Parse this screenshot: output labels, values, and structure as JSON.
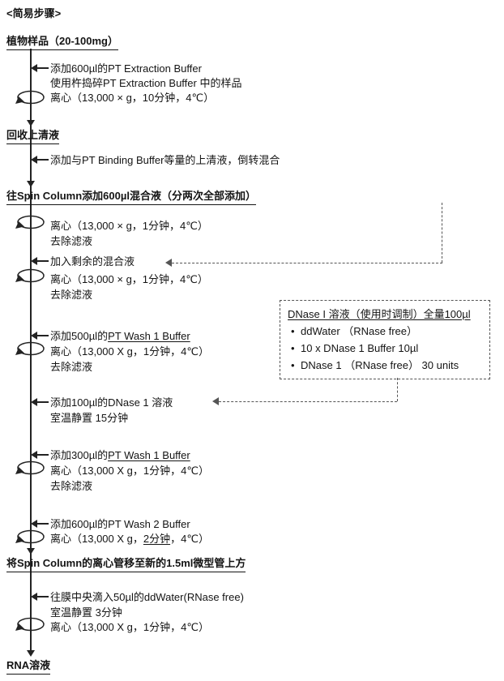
{
  "colors": {
    "text": "#141414",
    "line": "#232323",
    "dashed": "#555555",
    "background": "#ffffff"
  },
  "title": "<简易步骤>",
  "nodes": {
    "sample": "植物样品（20-100mg）",
    "supernatant": "回收上清液",
    "spin_column": "往Spin Column添加600µl混合液（分两次全部添加）",
    "transfer": "将Spin Column的离心管移至新的1.5ml微型管上方",
    "rna": "RNA溶液"
  },
  "steps": {
    "add_extraction_buffer": "添加600µl的PT Extraction Buffer",
    "grind_sample": "使用杵捣碎PT Extraction Buffer 中的样品",
    "centrifuge_10min": "离心（13,000 × g，10分钟，4℃）",
    "add_binding_buffer": "添加与PT Binding Buffer等量的上清液，倒转混合",
    "centrifuge_1min_a": "离心（13,000 × g，1分钟，4℃）",
    "discard_filtrate_a": "去除滤液",
    "add_remaining_mix": "加入剩余的混合液",
    "centrifuge_1min_b": "离心（13,000 × g，1分钟，4℃）",
    "discard_filtrate_b": "去除滤液",
    "add_wash1_500_pre": "添加500µl的",
    "add_wash1_500_buf": "PT Wash 1 Buffer",
    "centrifuge_1min_c": "离心（13,000 X g，1分钟，4℃）",
    "discard_filtrate_c": "去除滤液",
    "add_dnase": "添加100µl的DNase 1 溶液",
    "incubate_15min": "室温静置 15分钟",
    "add_wash1_300_pre": "添加300µl的",
    "add_wash1_300_buf": "PT Wash 1 Buffer",
    "centrifuge_1min_d": "离心（13,000 X g，1分钟，4℃）",
    "discard_filtrate_d": "去除滤液",
    "add_wash2_600": "添加600µl的PT Wash 2 Buffer",
    "centrifuge_2min_pre": "离心（13,000 X g，",
    "centrifuge_2min_u": "2分钟",
    "centrifuge_2min_post": "，4℃）",
    "add_ddwater": "往膜中央滴入50µl的ddWater(RNase free)",
    "incubate_3min": "室温静置 3分钟",
    "centrifuge_1min_e": "离心（13,000 X g，1分钟，4℃）"
  },
  "dnase_box": {
    "title": "DNase I 溶液（使用时调制）全量100µl",
    "items": [
      "ddWater （RNase free）",
      "10 x DNase 1 Buffer 10µl",
      "DNase 1 （RNase free） 30 units"
    ]
  }
}
